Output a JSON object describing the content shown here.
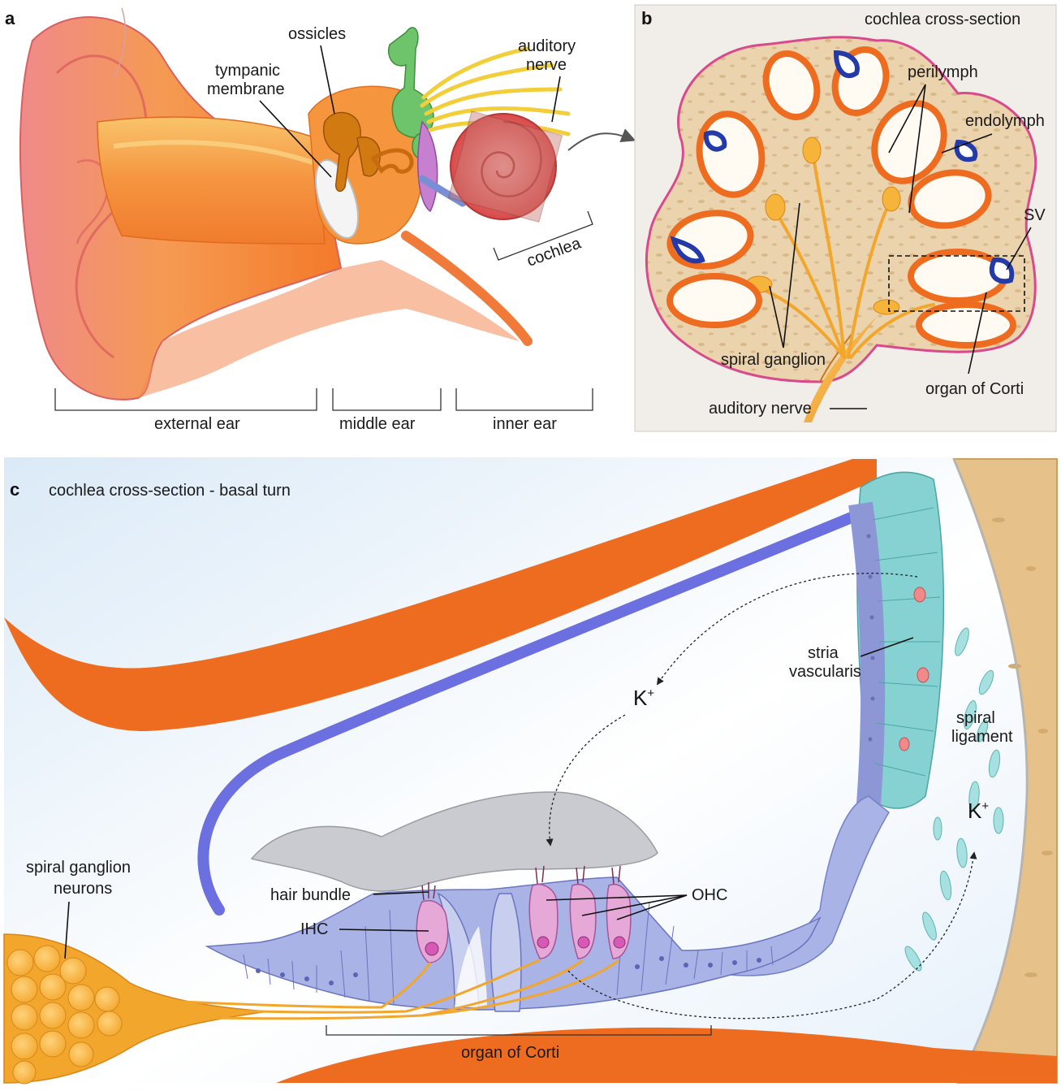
{
  "panel_a": {
    "letter": "a",
    "labels": {
      "ossicles": "ossicles",
      "tympanic_membrane_1": "tympanic",
      "tympanic_membrane_2": "membrane",
      "auditory_nerve_1": "auditory",
      "auditory_nerve_2": "nerve",
      "cochlea": "cochlea",
      "external_ear": "external ear",
      "middle_ear": "middle ear",
      "inner_ear": "inner ear"
    }
  },
  "panel_b": {
    "letter": "b",
    "title": "cochlea cross-section",
    "labels": {
      "perilymph": "perilymph",
      "endolymph": "endolymph",
      "sv": "SV",
      "spiral_ganglion": "spiral ganglion",
      "organ_of_corti": "organ of Corti",
      "auditory_nerve": "auditory nerve"
    }
  },
  "panel_c": {
    "letter": "c",
    "title": "cochlea cross-section - basal turn",
    "labels": {
      "stria_vascularis_1": "stria",
      "stria_vascularis_2": "vascularis",
      "spiral_ligament_1": "spiral",
      "spiral_ligament_2": "ligament",
      "k_ion": "K",
      "k_charge": "+",
      "spiral_ganglion_neurons_1": "spiral ganglion",
      "spiral_ganglion_neurons_2": "neurons",
      "hair_bundle": "hair bundle",
      "ihc": "IHC",
      "ohc": "OHC",
      "organ_of_corti": "organ of Corti"
    }
  },
  "colors": {
    "bone_orange": "#ee6c1f",
    "membrane_blue": "#6b6fe0",
    "cell_lavender": "#a9b3e6",
    "stria_teal": "#86d2d2",
    "hair_cell_pink": "#e6a8d6",
    "tectorial_grey": "#c9cbd1",
    "nerve_gold": "#f2a62b",
    "ligament_tan": "#e6c28a",
    "endolymph_navy": "#243aa8",
    "border_magenta": "#d94a8c",
    "skin_orange": "#f5963f"
  }
}
